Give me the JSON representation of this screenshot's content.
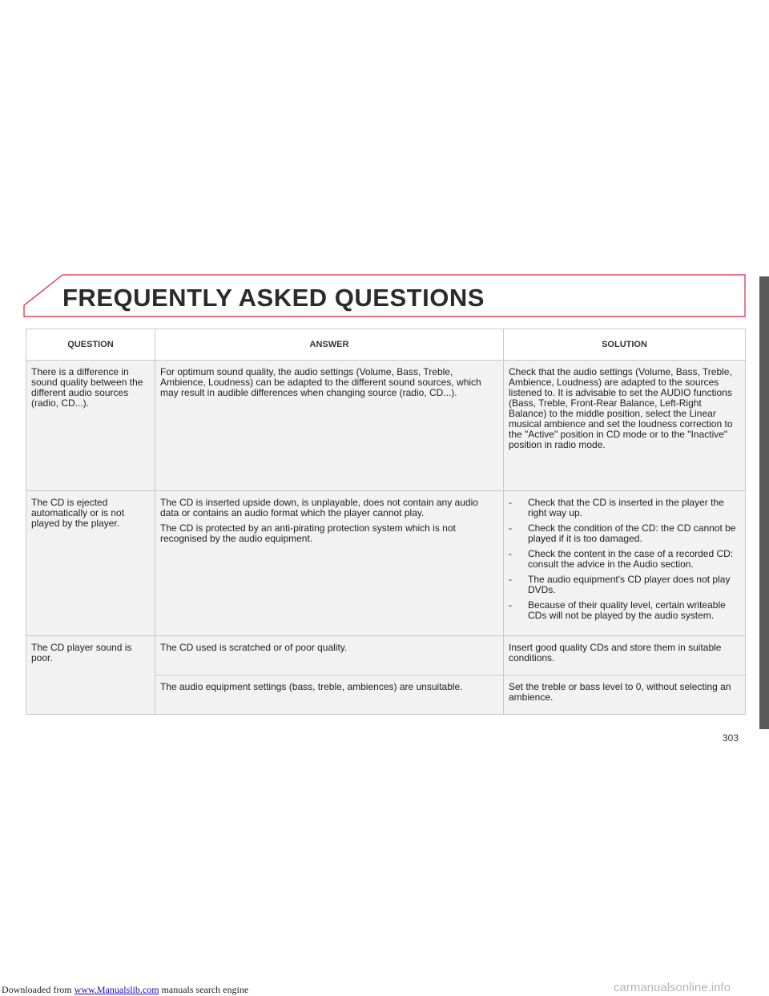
{
  "header": {
    "title": "FREQUENTLY ASKED QUESTIONS"
  },
  "table": {
    "headers": [
      "QUESTION",
      "ANSWER",
      "SOLUTION"
    ],
    "rows": [
      {
        "question": "There is a difference in sound quality between the different audio sources (radio, CD...).",
        "answer": [
          "For optimum sound quality, the audio settings (Volume, Bass, Treble, Ambience, Loudness) can be adapted to the different sound sources, which may result in audible differences when changing source (radio, CD...)."
        ],
        "solution_text": "Check that the audio settings (Volume, Bass, Treble, Ambience, Loudness) are adapted to the sources listened to. It is advisable to set the AUDIO functions (Bass, Treble, Front-Rear Balance, Left-Right Balance) to the middle position, select the Linear musical ambience and set the loudness correction to the \"Active\" position in CD mode or to the \"Inactive\" position in radio mode."
      },
      {
        "question": "The CD is ejected automatically or is not played by the player.",
        "answer": [
          "The CD is inserted upside down, is unplayable, does not contain any audio data or contains an audio format which the player cannot play.",
          "The CD is protected by an anti-pirating protection system which is not recognised by the audio equipment."
        ],
        "solution_bullet": "-",
        "solution_list": [
          "Check that the CD is inserted in the player the right way up.",
          "Check the condition of the CD: the CD cannot be played if it is too damaged.",
          "Check the content in the case of a recorded CD: consult the advice in the Audio section.",
          "The audio equipment's CD player does not play DVDs.",
          "Because of their quality level, certain writeable CDs will not be played by the audio system."
        ]
      },
      {
        "question": "The CD player sound is poor.",
        "answer": [
          "The CD used is scratched or of poor quality."
        ],
        "solution_text": "Insert good quality CDs and store them in suitable conditions."
      },
      {
        "answer": [
          "The audio equipment settings (bass, treble, ambiences) are unsuitable."
        ],
        "solution_text": "Set the treble or bass level to 0, without selecting an ambience."
      }
    ]
  },
  "page_number": "303",
  "footer": {
    "prefix": "Downloaded from ",
    "link": "www.Manualslib.com",
    "suffix": " manuals search engine"
  },
  "watermark": "carmanualsonline.info",
  "colors": {
    "accent_red": "#d9263b",
    "side_tab": "#5a5a5a"
  }
}
